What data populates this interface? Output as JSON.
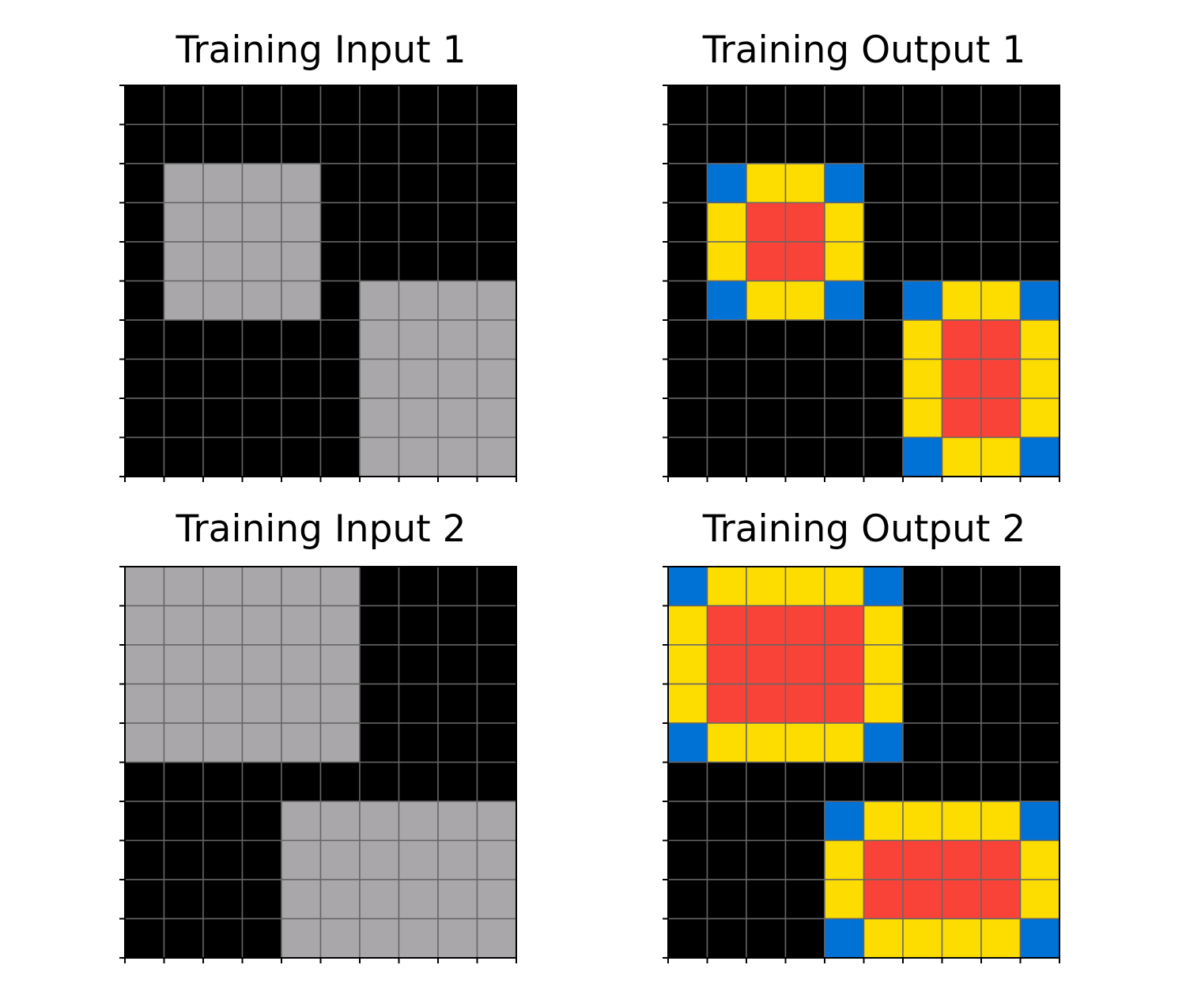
{
  "palette": {
    "0": "#000000",
    "5": "#a9a7aa",
    "1": "#0071d5",
    "4": "#fddc00",
    "2": "#f94338"
  },
  "gridline_color": "#666666",
  "panels": [
    {
      "title": "Training Input 1",
      "grid": [
        [
          0,
          0,
          0,
          0,
          0,
          0,
          0,
          0,
          0,
          0
        ],
        [
          0,
          0,
          0,
          0,
          0,
          0,
          0,
          0,
          0,
          0
        ],
        [
          0,
          5,
          5,
          5,
          5,
          0,
          0,
          0,
          0,
          0
        ],
        [
          0,
          5,
          5,
          5,
          5,
          0,
          0,
          0,
          0,
          0
        ],
        [
          0,
          5,
          5,
          5,
          5,
          0,
          0,
          0,
          0,
          0
        ],
        [
          0,
          5,
          5,
          5,
          5,
          0,
          5,
          5,
          5,
          5
        ],
        [
          0,
          0,
          0,
          0,
          0,
          0,
          5,
          5,
          5,
          5
        ],
        [
          0,
          0,
          0,
          0,
          0,
          0,
          5,
          5,
          5,
          5
        ],
        [
          0,
          0,
          0,
          0,
          0,
          0,
          5,
          5,
          5,
          5
        ],
        [
          0,
          0,
          0,
          0,
          0,
          0,
          5,
          5,
          5,
          5
        ]
      ]
    },
    {
      "title": "Training Output 1",
      "grid": [
        [
          0,
          0,
          0,
          0,
          0,
          0,
          0,
          0,
          0,
          0
        ],
        [
          0,
          0,
          0,
          0,
          0,
          0,
          0,
          0,
          0,
          0
        ],
        [
          0,
          1,
          4,
          4,
          1,
          0,
          0,
          0,
          0,
          0
        ],
        [
          0,
          4,
          2,
          2,
          4,
          0,
          0,
          0,
          0,
          0
        ],
        [
          0,
          4,
          2,
          2,
          4,
          0,
          0,
          0,
          0,
          0
        ],
        [
          0,
          1,
          4,
          4,
          1,
          0,
          1,
          4,
          4,
          1
        ],
        [
          0,
          0,
          0,
          0,
          0,
          0,
          4,
          2,
          2,
          4
        ],
        [
          0,
          0,
          0,
          0,
          0,
          0,
          4,
          2,
          2,
          4
        ],
        [
          0,
          0,
          0,
          0,
          0,
          0,
          4,
          2,
          2,
          4
        ],
        [
          0,
          0,
          0,
          0,
          0,
          0,
          1,
          4,
          4,
          1
        ]
      ]
    },
    {
      "title": "Training Input 2",
      "grid": [
        [
          5,
          5,
          5,
          5,
          5,
          5,
          0,
          0,
          0,
          0
        ],
        [
          5,
          5,
          5,
          5,
          5,
          5,
          0,
          0,
          0,
          0
        ],
        [
          5,
          5,
          5,
          5,
          5,
          5,
          0,
          0,
          0,
          0
        ],
        [
          5,
          5,
          5,
          5,
          5,
          5,
          0,
          0,
          0,
          0
        ],
        [
          5,
          5,
          5,
          5,
          5,
          5,
          0,
          0,
          0,
          0
        ],
        [
          0,
          0,
          0,
          0,
          0,
          0,
          0,
          0,
          0,
          0
        ],
        [
          0,
          0,
          0,
          0,
          5,
          5,
          5,
          5,
          5,
          5
        ],
        [
          0,
          0,
          0,
          0,
          5,
          5,
          5,
          5,
          5,
          5
        ],
        [
          0,
          0,
          0,
          0,
          5,
          5,
          5,
          5,
          5,
          5
        ],
        [
          0,
          0,
          0,
          0,
          5,
          5,
          5,
          5,
          5,
          5
        ]
      ]
    },
    {
      "title": "Training Output 2",
      "grid": [
        [
          1,
          4,
          4,
          4,
          4,
          1,
          0,
          0,
          0,
          0
        ],
        [
          4,
          2,
          2,
          2,
          2,
          4,
          0,
          0,
          0,
          0
        ],
        [
          4,
          2,
          2,
          2,
          2,
          4,
          0,
          0,
          0,
          0
        ],
        [
          4,
          2,
          2,
          2,
          2,
          4,
          0,
          0,
          0,
          0
        ],
        [
          1,
          4,
          4,
          4,
          4,
          1,
          0,
          0,
          0,
          0
        ],
        [
          0,
          0,
          0,
          0,
          0,
          0,
          0,
          0,
          0,
          0
        ],
        [
          0,
          0,
          0,
          0,
          1,
          4,
          4,
          4,
          4,
          1
        ],
        [
          0,
          0,
          0,
          0,
          4,
          2,
          2,
          2,
          2,
          4
        ],
        [
          0,
          0,
          0,
          0,
          4,
          2,
          2,
          2,
          2,
          4
        ],
        [
          0,
          0,
          0,
          0,
          1,
          4,
          4,
          4,
          4,
          1
        ]
      ]
    }
  ]
}
